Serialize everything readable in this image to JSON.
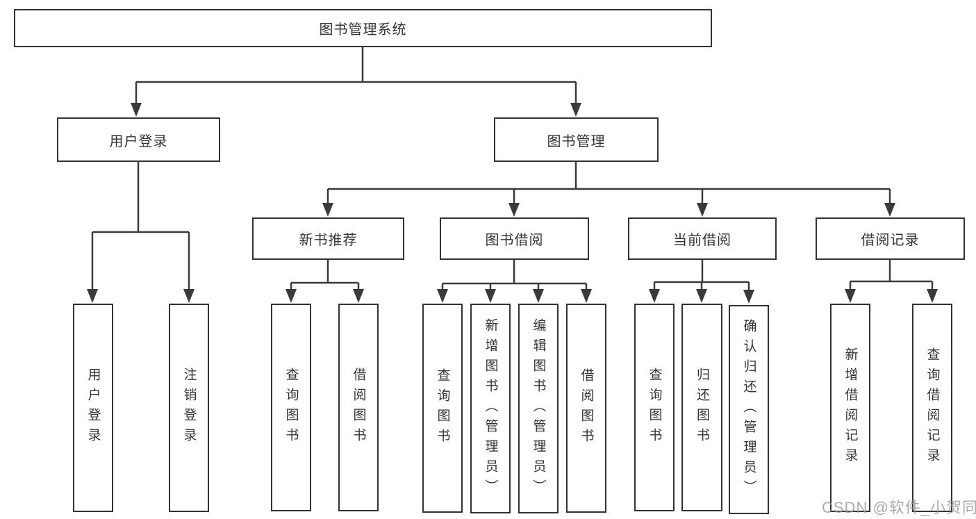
{
  "tree": {
    "root": {
      "label": "图书管理系统"
    },
    "children": [
      {
        "label": "用户登录",
        "children": [
          {
            "label": "用户登录"
          },
          {
            "label": "注销登录"
          }
        ]
      },
      {
        "label": "图书管理",
        "children": [
          {
            "label": "新书推荐",
            "children": [
              {
                "label": "查询图书"
              },
              {
                "label": "借阅图书"
              }
            ]
          },
          {
            "label": "图书借阅",
            "children": [
              {
                "label": "查询图书"
              },
              {
                "label": "新增图书（管理员）"
              },
              {
                "label": "编辑图书（管理员）"
              },
              {
                "label": "借阅图书"
              }
            ]
          },
          {
            "label": "当前借阅",
            "children": [
              {
                "label": "查询图书"
              },
              {
                "label": "归还图书"
              },
              {
                "label": "确认归还（管理员）"
              }
            ]
          },
          {
            "label": "借阅记录",
            "children": [
              {
                "label": "新增借阅记录"
              },
              {
                "label": "查询借阅记录"
              }
            ]
          }
        ]
      }
    ]
  },
  "watermark": "CSDN @软件_小贺同学",
  "colors": {
    "line": "#3a3a3a",
    "box_border": "#333333",
    "text": "#333333",
    "background": "#ffffff",
    "watermark": "#969696"
  }
}
